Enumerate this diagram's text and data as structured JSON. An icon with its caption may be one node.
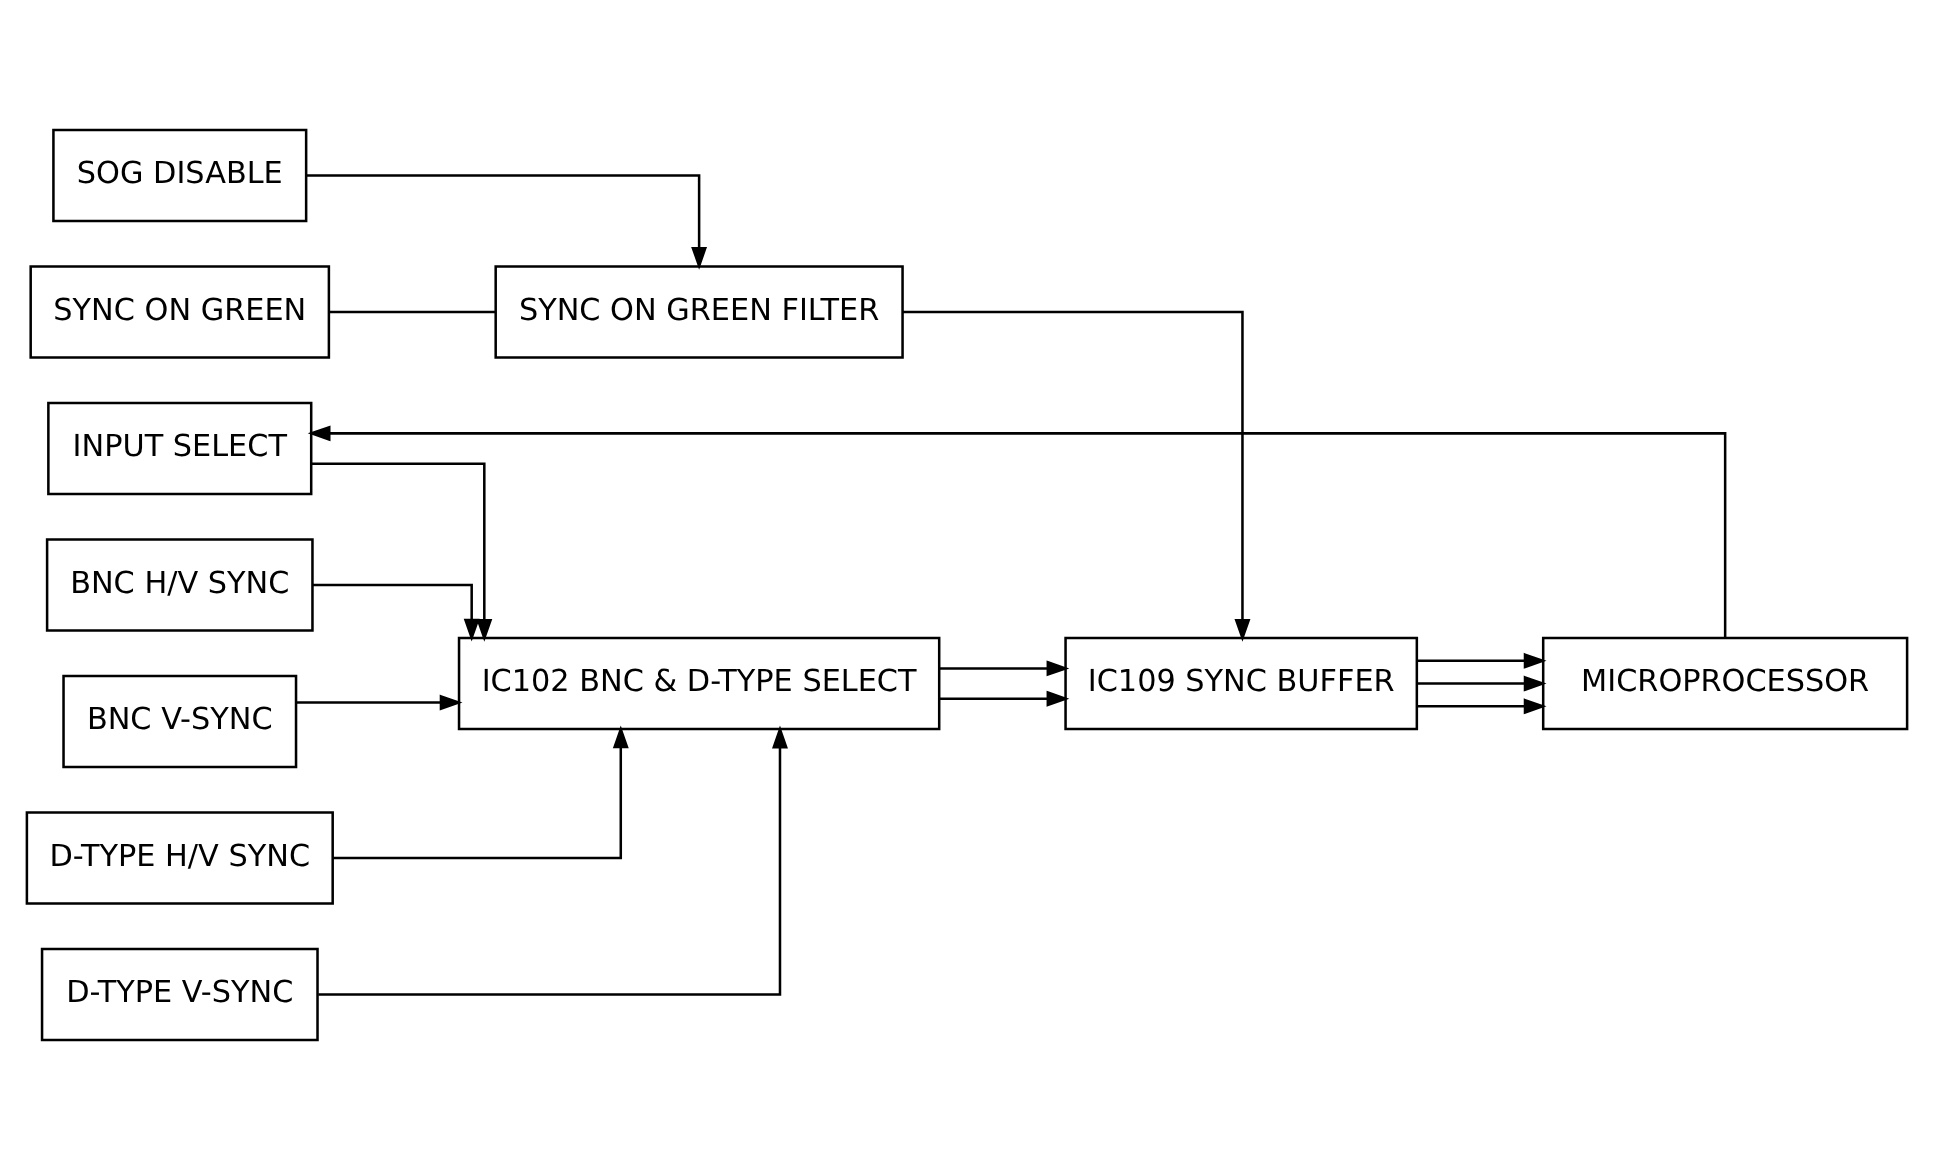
{
  "diagram": {
    "nodes": [
      {
        "text": [
          "SOG DISABLE"
        ]
      },
      {
        "text": [
          "SYNC ON GREEN FILTER"
        ]
      },
      {
        "text": [
          "SYNC ON GREEN"
        ]
      },
      {
        "text": [
          "BNC H/V SYNC"
        ]
      },
      {
        "text": [
          "BNC V-SYNC"
        ]
      },
      {
        "text": [
          "D-TYPE H/V SYNC"
        ]
      },
      {
        "text": [
          "D-TYPE V-SYNC"
        ]
      },
      {
        "text": [
          "IC102 BNC & D-TYPE SELECT"
        ]
      },
      {
        "text": [
          "IC109 SYNC BUFFER"
        ]
      },
      {
        "text": [
          "MICROPROCESSOR"
        ]
      },
      {
        "text": [
          "INPUT SELECT"
        ]
      }
    ],
    "edges": [
      {
        "from": 0,
        "to": 1,
        "arrow": "to"
      },
      {
        "from": 2,
        "to": 1,
        "arrow": "none"
      },
      {
        "from": 1,
        "to": 8,
        "arrow": "to"
      },
      {
        "from": 3,
        "to": 7,
        "arrow": "to"
      },
      {
        "from": 4,
        "to": 7,
        "arrow": "to"
      },
      {
        "from": 5,
        "to": 7,
        "arrow": "to"
      },
      {
        "from": 6,
        "to": 7,
        "arrow": "to"
      },
      {
        "from": 7,
        "to": 8,
        "arrow": "to"
      },
      {
        "from": 7,
        "to": 8,
        "arrow": "to"
      },
      {
        "from": 8,
        "to": 9,
        "arrow": "to"
      },
      {
        "from": 8,
        "to": 9,
        "arrow": "to"
      },
      {
        "from": 8,
        "to": 9,
        "arrow": "to"
      },
      {
        "from": 9,
        "to": 10,
        "arrow": "to"
      },
      {
        "from": 10,
        "to": 7,
        "arrow": "to"
      }
    ]
  }
}
